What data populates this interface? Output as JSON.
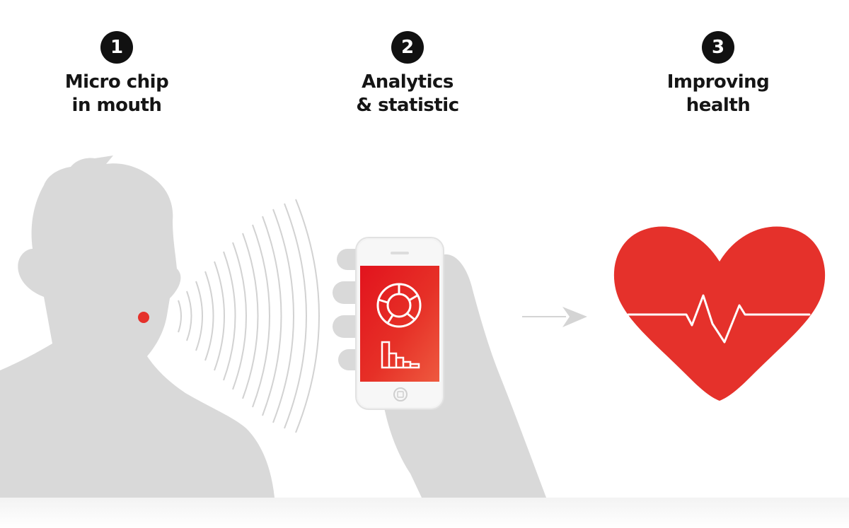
{
  "steps": [
    {
      "number": "1",
      "line1": "Micro chip",
      "line2": "in mouth"
    },
    {
      "number": "2",
      "line1": "Analytics",
      "line2": "& statistic"
    },
    {
      "number": "3",
      "line1": "Improving",
      "line2": "health"
    }
  ],
  "colors": {
    "accent_red": "#e5312b",
    "silhouette_gray": "#d9d9d9",
    "badge_black": "#111111"
  },
  "icons": [
    "person-silhouette",
    "signal-waves",
    "smartphone",
    "donut-chart-icon",
    "bar-chart-icon",
    "arrow-right-icon",
    "heart-icon",
    "heartbeat-line"
  ]
}
